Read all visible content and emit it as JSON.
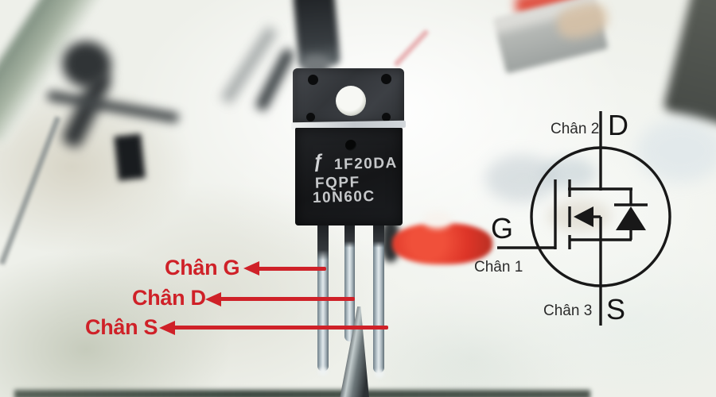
{
  "colors": {
    "annotation_red": "#cf2128",
    "schematic_ink": "#181818"
  },
  "component": {
    "marking": {
      "logo_glyph": "ƒ",
      "line1": "1F20DA",
      "line2": "FQPF",
      "line3": "10N60C"
    }
  },
  "annotations": {
    "pin_labels": [
      {
        "label": "Chân G"
      },
      {
        "label": "Chân D"
      },
      {
        "label": "Chân S"
      }
    ]
  },
  "schematic": {
    "pin_top": {
      "number_label": "Chân 2",
      "terminal": "D"
    },
    "pin_left": {
      "number_label": "Chân 1",
      "terminal": "G"
    },
    "pin_bottom": {
      "number_label": "Chân 3",
      "terminal": "S"
    }
  }
}
